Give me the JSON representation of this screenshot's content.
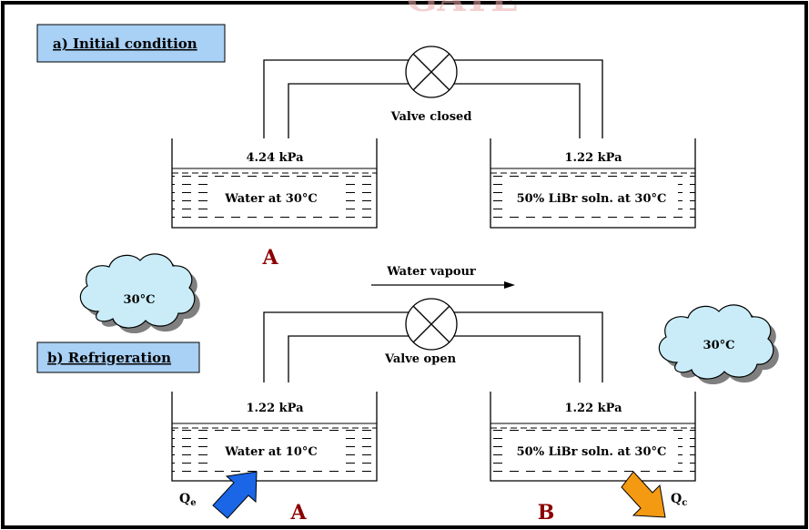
{
  "watermark": "GATE",
  "sections": {
    "initial": {
      "label": "a) Initial condition",
      "valve_label": "Valve closed",
      "left_tank": {
        "pressure": "4.24 kPa",
        "content": "Water at 30°C",
        "letter": "A"
      },
      "right_tank": {
        "pressure": "1.22 kPa",
        "content": "50% LiBr soln. at 30°C"
      }
    },
    "refrigeration": {
      "label": "b) Refrigeration",
      "flow_label": "Water vapour",
      "valve_label": "Valve open",
      "left_tank": {
        "pressure": "1.22 kPa",
        "content": "Water at 10°C",
        "letter": "A",
        "heat_label": "Q",
        "heat_sub": "e"
      },
      "right_tank": {
        "pressure": "1.22 kPa",
        "content": "50% LiBr soln. at 30°C",
        "letter": "B",
        "heat_label": "Q",
        "heat_sub": "c"
      },
      "left_cloud": "30°C",
      "right_cloud": "30°C"
    }
  },
  "colors": {
    "label_box": "#a9d0f5",
    "cloud": "#c9ecf8",
    "letter": "#8b0000",
    "arrow_in": "#1a66e6",
    "arrow_out": "#f39a12",
    "watermark": "#e9a7a7"
  }
}
